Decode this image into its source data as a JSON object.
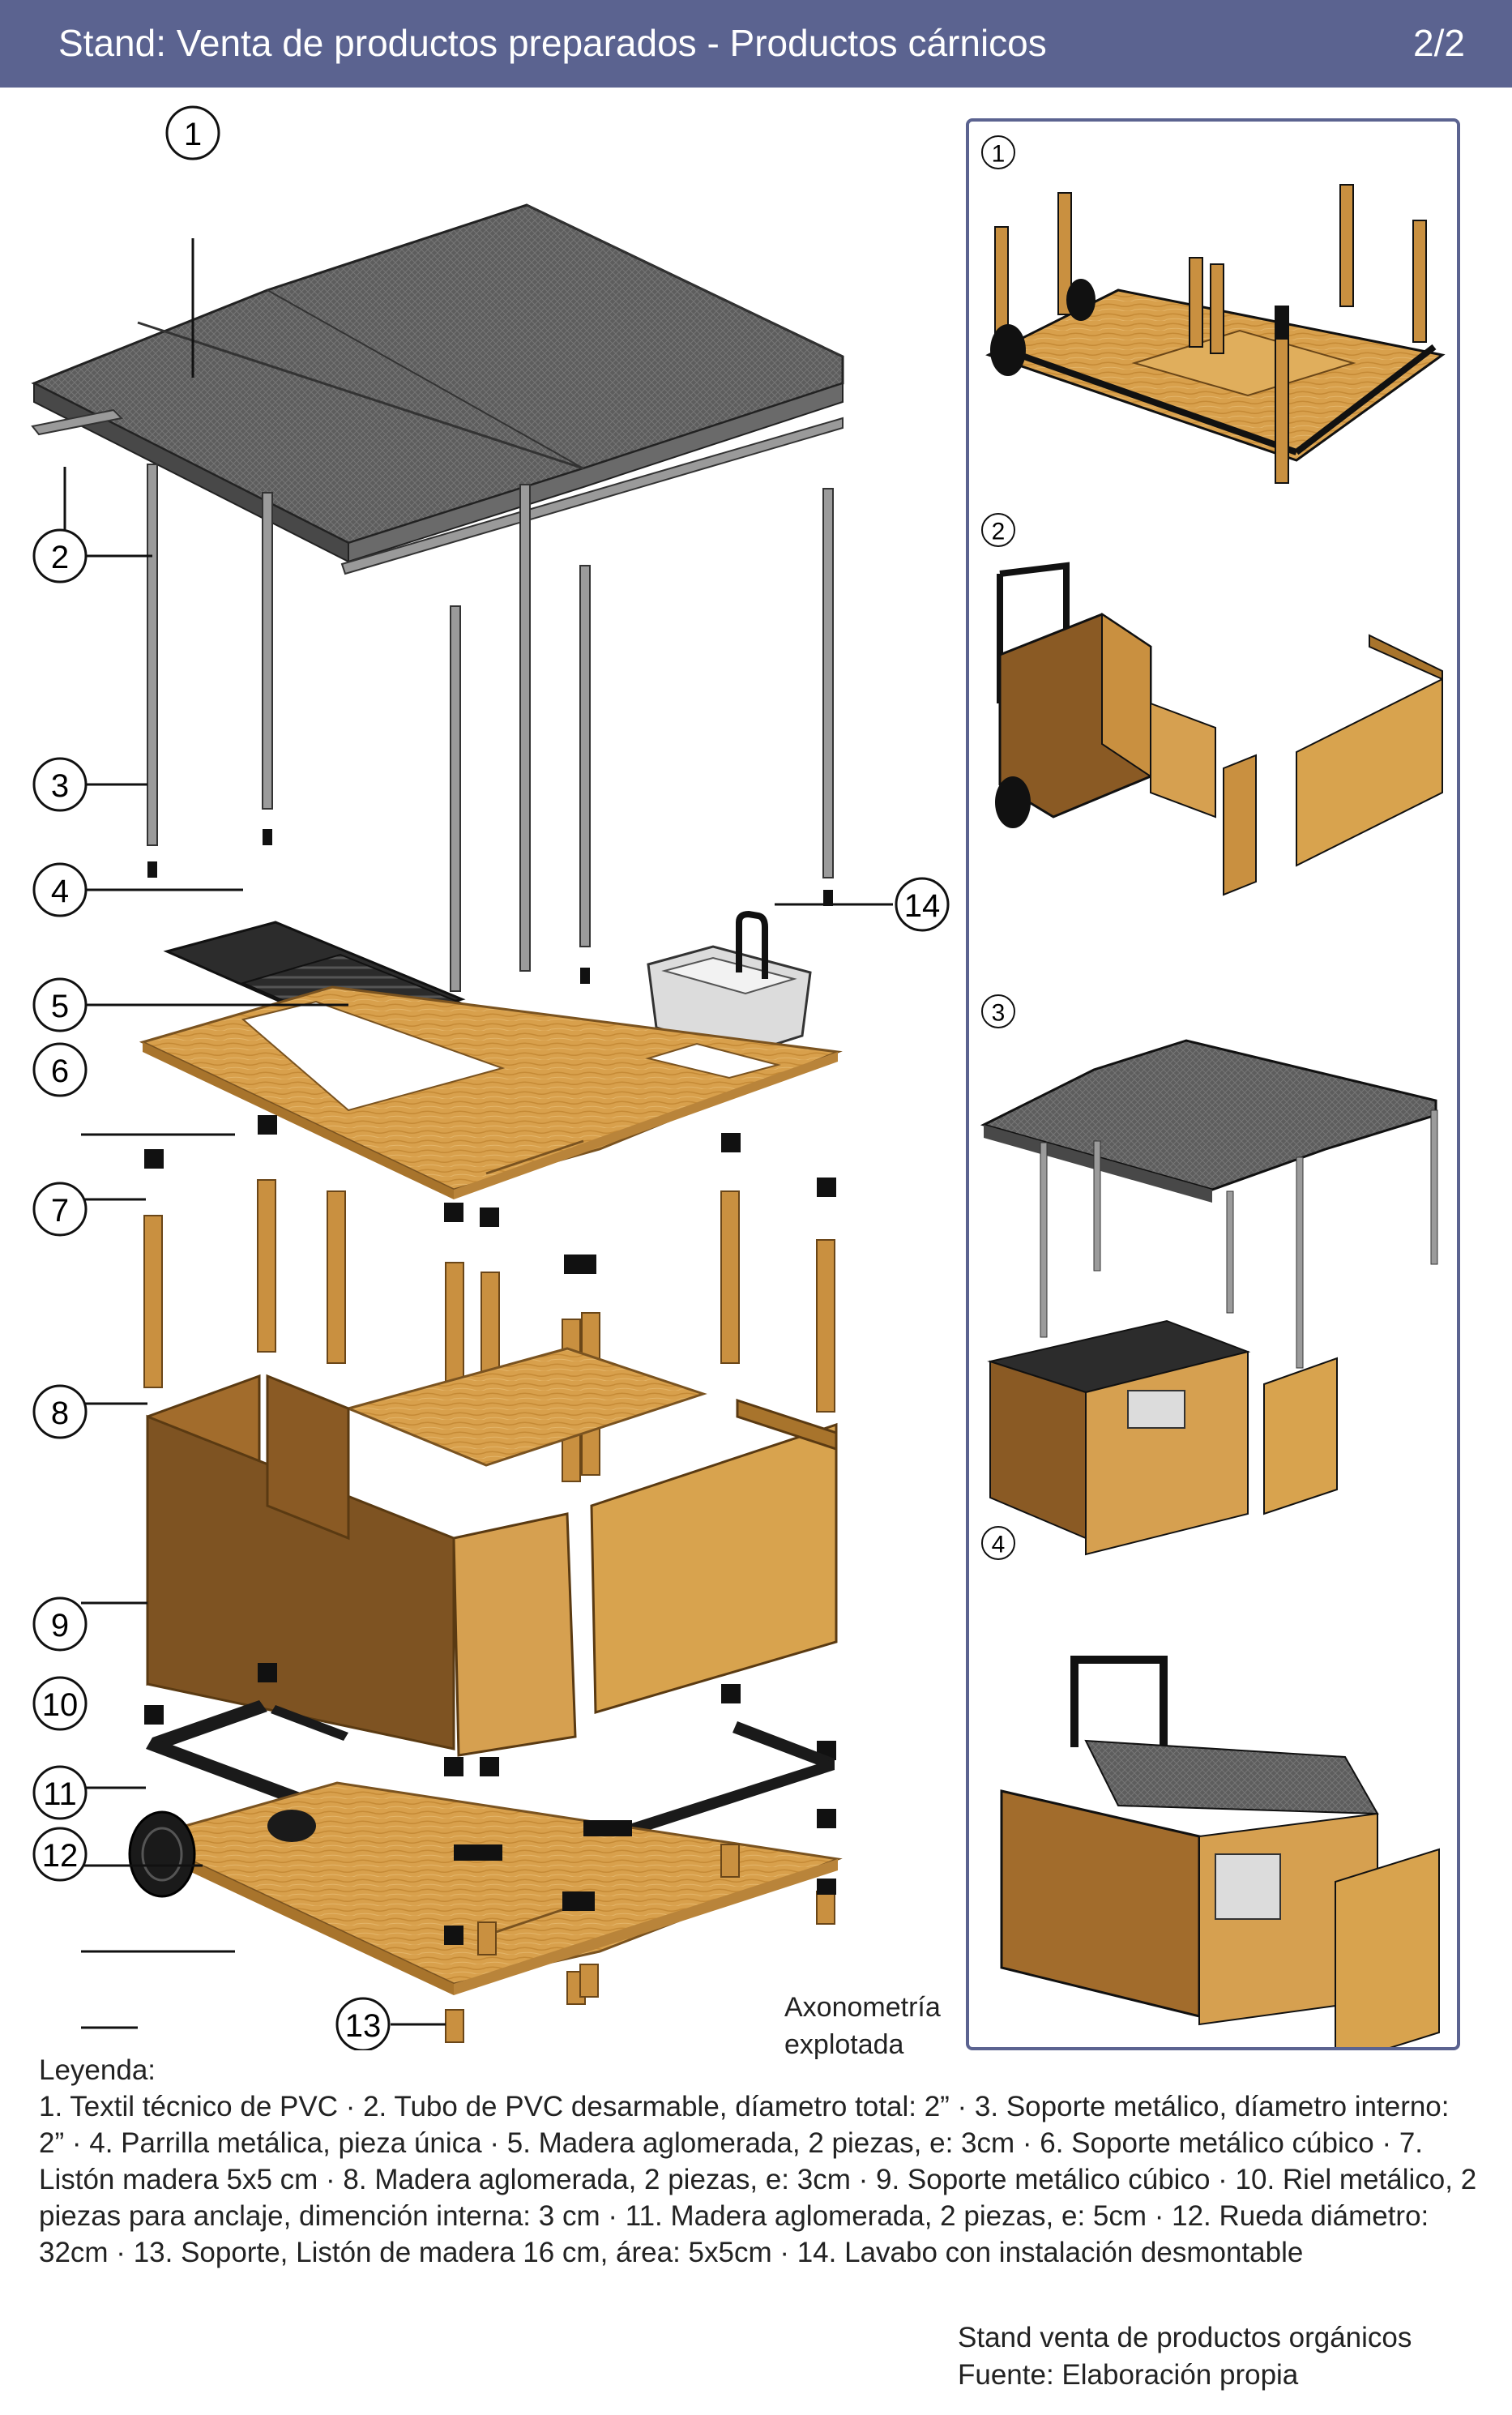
{
  "header": {
    "title": "Stand: Venta de productos preparados - Productos cárnicos",
    "page": "2/2"
  },
  "callouts": [
    "1",
    "2",
    "3",
    "4",
    "5",
    "6",
    "7",
    "8",
    "9",
    "10",
    "11",
    "12",
    "13",
    "14"
  ],
  "side_panel": {
    "steps": [
      "1",
      "2",
      "3",
      "4"
    ]
  },
  "caption": {
    "line1": "Axonometría",
    "line2": "explotada"
  },
  "legend": {
    "heading": "Leyenda:",
    "body": "1. Textil técnico de PVC · 2. Tubo de PVC desarmable, díametro total: 2” · 3. Soporte metálico, díametro interno: 2” · 4. Parrilla metálica, pieza única · 5. Madera aglomerada, 2 piezas, e: 3cm · 6. Soporte metálico cúbico · 7. Listón madera 5x5 cm · 8. Madera aglomerada, 2 piezas, e: 3cm · 9. Soporte metálico cúbico · 10. Riel metálico, 2 piezas para anclaje, dimención interna: 3 cm · 11. Madera aglomerada, 2 piezas, e: 5cm · 12. Rueda diámetro: 32cm · 13. Soporte, Listón de madera 16 cm, área: 5x5cm · 14. Lavabo con instalación desmontable"
  },
  "source": {
    "line1": "Stand venta de productos orgánicos",
    "line2": "Fuente: Elaboración propia"
  },
  "colors": {
    "header_bg": "#5b6390",
    "wood": "#d9a24e",
    "wood_dark": "#a8742c",
    "roof": "#5e5e5e",
    "metal": "#1c1c1c"
  }
}
